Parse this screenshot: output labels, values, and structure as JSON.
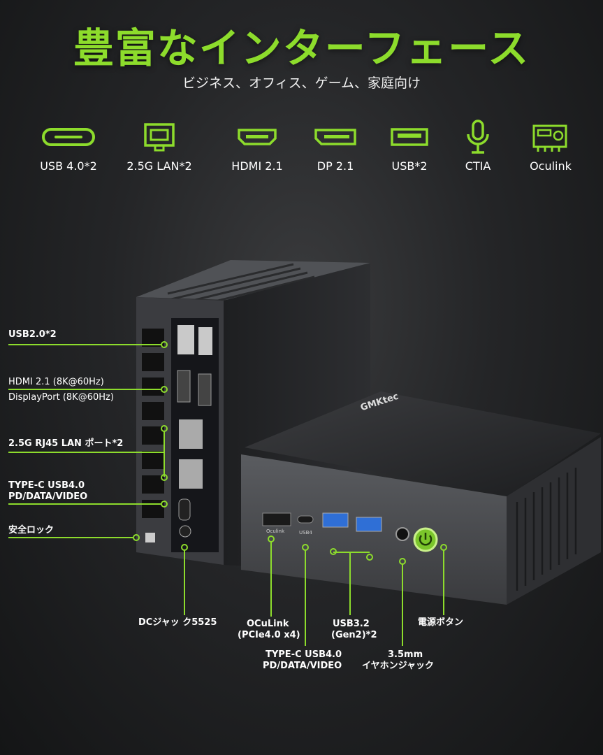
{
  "header": {
    "title": "豊富なインターフェース",
    "subtitle": "ビジネス、オフィス、ゲーム、家庭向け"
  },
  "interfaces": [
    {
      "icon": "usb-c-icon",
      "label": "USB 4.0*2"
    },
    {
      "icon": "lan-port-icon",
      "label": "2.5G LAN*2"
    },
    {
      "icon": "hdmi-port-icon",
      "label": "HDMI 2.1"
    },
    {
      "icon": "displayport-icon",
      "label": "DP 2.1"
    },
    {
      "icon": "usb-a-icon",
      "label": "USB*2"
    },
    {
      "icon": "microphone-icon",
      "label": "CTIA"
    },
    {
      "icon": "oculink-icon",
      "label": "Oculink"
    }
  ],
  "side_callouts": {
    "usb2": "USB2.0*2",
    "hdmi": "HDMI 2.1 (8K@60Hz)",
    "displayport": "DisplayPort (8K@60Hz)",
    "lan": "2.5G RJ45  LAN ポート*2",
    "typec_line1": "TYPE-C USB4.0",
    "typec_line2": "PD/DATA/VIDEO",
    "lock": "安全ロック"
  },
  "bottom_callouts": {
    "dc": "DCジャッ ク5525",
    "oculink_line1": "OCuLink",
    "oculink_line2": "(PCIe4.0 x4)",
    "typec_line1": "TYPE-C USB4.0",
    "typec_line2": "PD/DATA/VIDEO",
    "usb32_line1": "USB3.2",
    "usb32_line2": "(Gen2)*2",
    "audio_line1": "3.5mm",
    "audio_line2": "イヤホンジャック",
    "power": "電源ボタン"
  },
  "device": {
    "brand": "GMKtec",
    "port_label_oculink": "Oculink",
    "port_label_usb4": "USB4"
  },
  "colors": {
    "accent": "#8ddc2c",
    "background": "#242527",
    "text": "#ffffff"
  }
}
